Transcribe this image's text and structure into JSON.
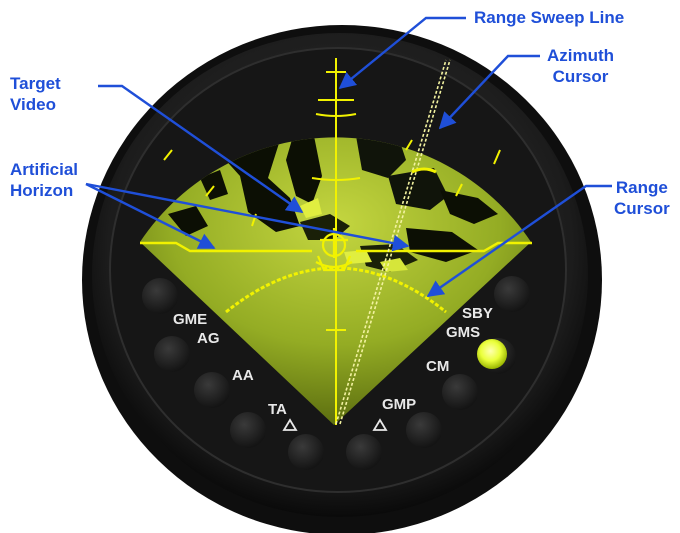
{
  "callouts": {
    "range_sweep_line": "Range Sweep Line",
    "azimuth_cursor_line1": "Azimuth",
    "azimuth_cursor_line2": "Cursor",
    "target_video_line1": "Target",
    "target_video_line2": "Video",
    "artificial_horizon_line1": "Artificial",
    "artificial_horizon_line2": "Horizon",
    "range_cursor_line1": "Range",
    "range_cursor_line2": "Cursor"
  },
  "mode_buttons": {
    "gme": "GME",
    "ag": "AG",
    "aa": "AA",
    "ta": "TA",
    "sby": "SBY",
    "gms": "GMS",
    "cm": "CM",
    "gmp": "GMP"
  },
  "colors": {
    "callout_text": "#1f4fd8",
    "symbology": "#f2f200",
    "radar_video": "#b4c832",
    "bezel": "#222222",
    "standby_lamp": "#f0ff4a"
  }
}
